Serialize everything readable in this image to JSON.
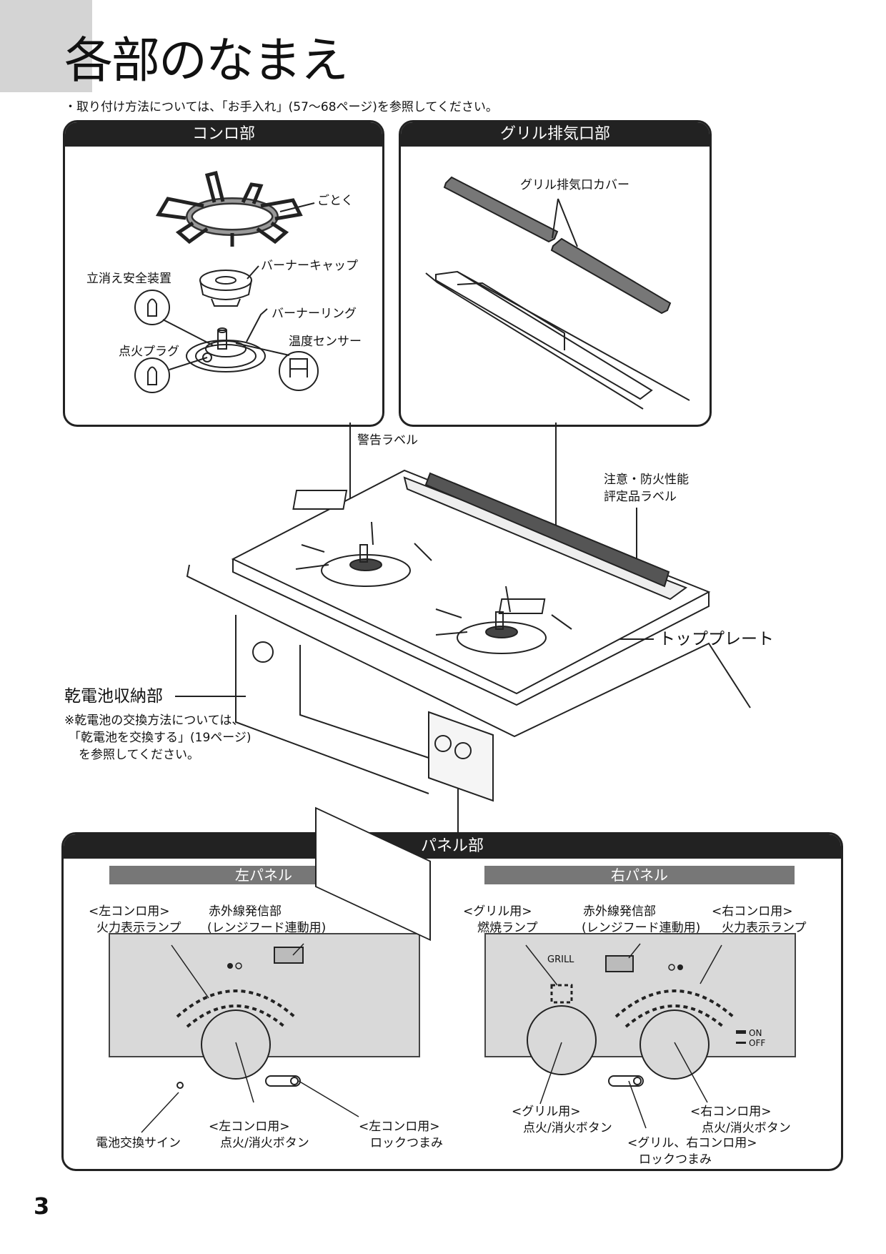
{
  "page_title": "各部のなまえ",
  "intro_note": "・取り付け方法については、「お手入れ」(57〜68ページ)を参照してください。",
  "konro_section": {
    "header": "コンロ部",
    "labels": {
      "gotoku": "ごとく",
      "burner_cap": "バーナーキャップ",
      "flame_failure": "立消え安全装置",
      "burner_ring": "バーナーリング",
      "ignition_plug": "点火プラグ",
      "temp_sensor": "温度センサー"
    }
  },
  "grill_section": {
    "header": "グリル排気口部",
    "labels": {
      "cover": "グリル排気口カバー"
    }
  },
  "main_labels": {
    "warning_label": "警告ラベル",
    "caution_label_line1": "注意・防火性能",
    "caution_label_line2": "評定品ラベル",
    "top_plate": "トッププレート",
    "battery_storage": "乾電池収納部",
    "battery_note_line1": "※乾電池の交換方法については、",
    "battery_note_line2": "「乾電池を交換する」(19ページ)",
    "battery_note_line3": "を参照してください。"
  },
  "panel_section": {
    "header": "パネル部",
    "left_panel": {
      "title": "左パネル",
      "lamp_label_line1": "<左コンロ用>",
      "lamp_label_line2": "火力表示ランプ",
      "ir_label_line1": "赤外線発信部",
      "ir_label_line2": "(レンジフード連動用)",
      "battery_sign": "電池交換サイン",
      "ignite_label_line1": "<左コンロ用>",
      "ignite_label_line2": "点火/消火ボタン",
      "lock_label_line1": "<左コンロ用>",
      "lock_label_line2": "ロックつまみ"
    },
    "right_panel": {
      "title": "右パネル",
      "grill_lamp_line1": "<グリル用>",
      "grill_lamp_line2": "燃焼ランプ",
      "ir_label_line1": "赤外線発信部",
      "ir_label_line2": "(レンジフード連動用)",
      "right_lamp_line1": "<右コンロ用>",
      "right_lamp_line2": "火力表示ランプ",
      "grill_text": "GRILL",
      "on_text": "ON",
      "off_text": "OFF",
      "grill_ignite_line1": "<グリル用>",
      "grill_ignite_line2": "点火/消火ボタン",
      "lock_label_line1": "<グリル、右コンロ用>",
      "lock_label_line2": "ロックつまみ",
      "right_ignite_line1": "<右コンロ用>",
      "right_ignite_line2": "点火/消火ボタン"
    }
  },
  "page_number": "3"
}
